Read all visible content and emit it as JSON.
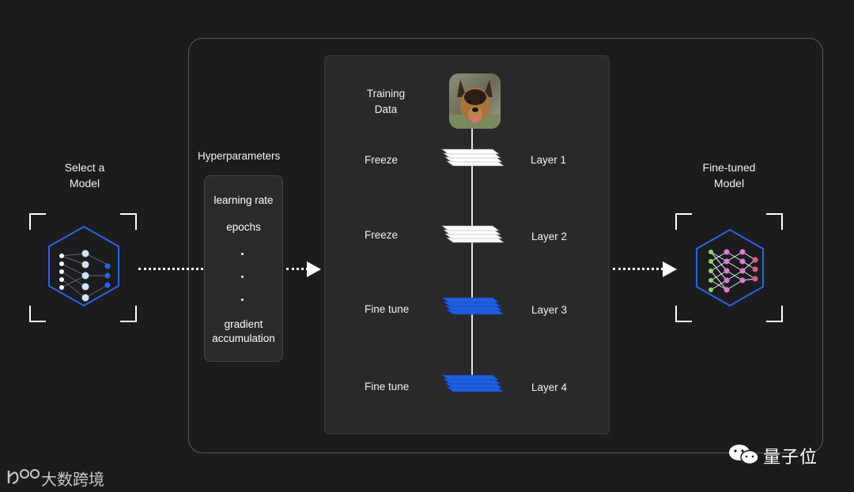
{
  "select_model": {
    "line1": "Select a",
    "line2": "Model"
  },
  "fine_tuned_model": {
    "line1": "Fine-tuned",
    "line2": "Model"
  },
  "hyperparameters": {
    "title": "Hyperparameters",
    "items": [
      "learning rate",
      "epochs"
    ],
    "last_item": {
      "line1": "gradient",
      "line2": "accumulation"
    }
  },
  "training_data": {
    "line1": "Training",
    "line2": "Data"
  },
  "layers": [
    {
      "action": "Freeze",
      "name": "Layer 1",
      "frozen": true
    },
    {
      "action": "Freeze",
      "name": "Layer 2",
      "frozen": true
    },
    {
      "action": "Fine tune",
      "name": "Layer 3",
      "frozen": false
    },
    {
      "action": "Fine tune",
      "name": "Layer 4",
      "frozen": false
    }
  ],
  "colors": {
    "background": "#1c1c1e",
    "frozen_layer": "#ffffff",
    "finetune_layer": "#1f5fe0",
    "model_outline": "#2b63e6"
  },
  "watermarks": {
    "right": "量子位",
    "left": "大数跨境"
  }
}
